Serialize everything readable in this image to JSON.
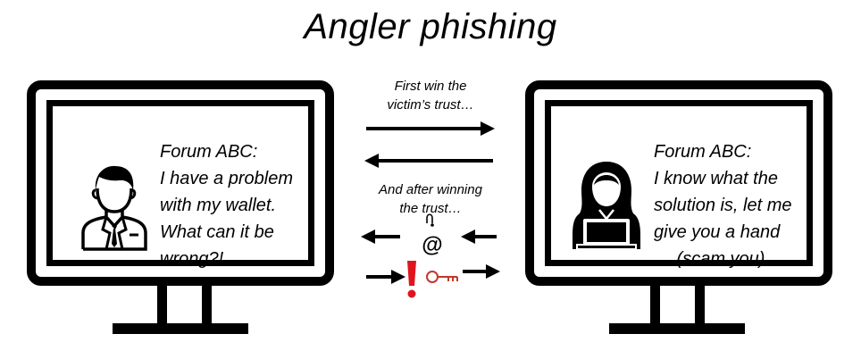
{
  "title": "Angler phishing",
  "left_monitor": {
    "icon": "businessman-icon",
    "message_lines": [
      "Forum ABC:",
      "I have a problem",
      "with my wallet.",
      "What can it be",
      "wrong?!"
    ]
  },
  "right_monitor": {
    "icon": "hooded-hacker-laptop-icon",
    "message_lines": [
      "Forum ABC:",
      "I know what the",
      "solution is, let me",
      "give you a hand",
      "… (scam you)"
    ]
  },
  "middle": {
    "step1_lines": [
      "First win the",
      "victim’s trust…"
    ],
    "step2_lines": [
      "And after winning",
      "the trust…"
    ],
    "icons": [
      "email-hook-icon",
      "exclamation-icon",
      "key-icon"
    ]
  },
  "colors": {
    "line": "#000000",
    "alert_red": "#e0141e",
    "key_red": "#c0392b",
    "background": "#ffffff"
  }
}
